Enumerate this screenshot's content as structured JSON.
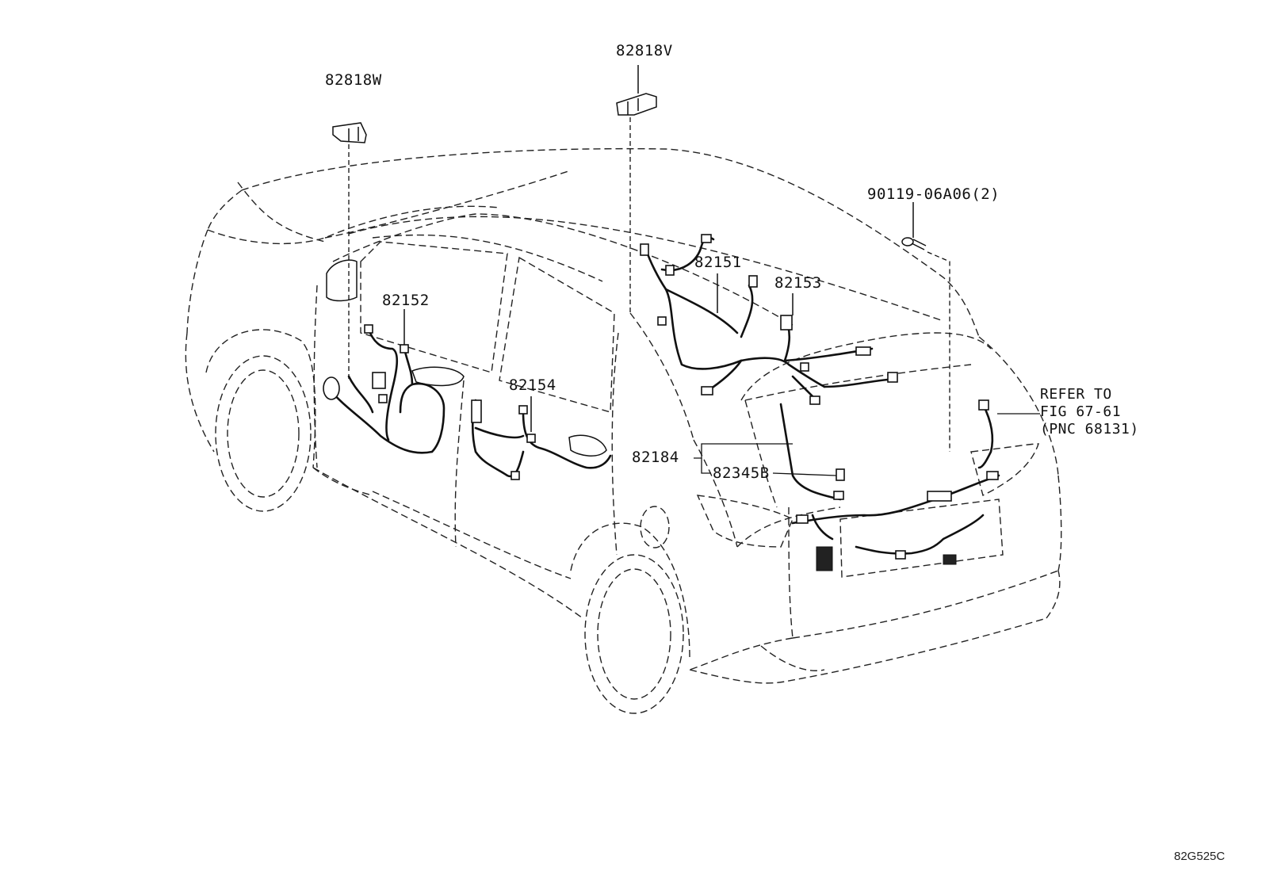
{
  "diagram": {
    "parts": [
      {
        "id": "p82818W",
        "label": "82818W"
      },
      {
        "id": "p82818V",
        "label": "82818V"
      },
      {
        "id": "p90119",
        "label": "90119-06A06(2)"
      },
      {
        "id": "p82151",
        "label": "82151"
      },
      {
        "id": "p82153",
        "label": "82153"
      },
      {
        "id": "p82152",
        "label": "82152"
      },
      {
        "id": "p82154",
        "label": "82154"
      },
      {
        "id": "p82184",
        "label": "82184"
      },
      {
        "id": "p82345B",
        "label": "82345B"
      }
    ],
    "refer": {
      "line1": "REFER TO",
      "line2": "FIG 67-61",
      "line3": "(PNC 68131)"
    },
    "figure_code": "82G525C"
  }
}
